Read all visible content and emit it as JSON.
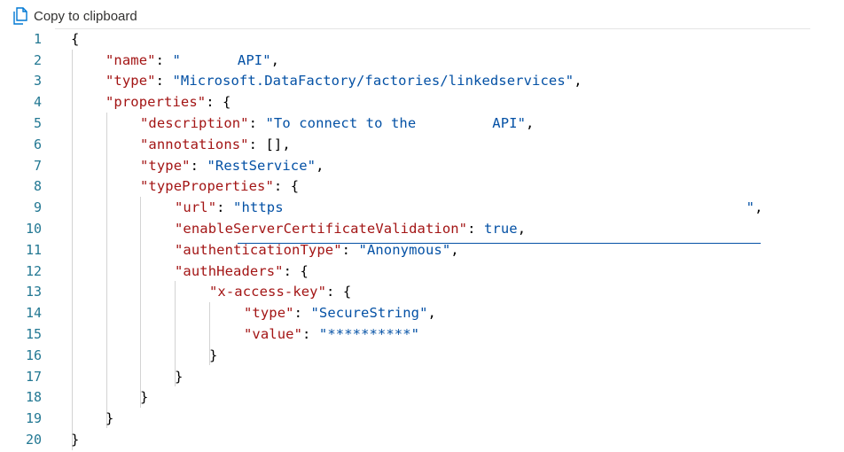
{
  "toolbar": {
    "copy_label": "Copy to clipboard",
    "icon": "copy-icon"
  },
  "editor": {
    "line_numbers": [
      "1",
      "2",
      "3",
      "4",
      "5",
      "6",
      "7",
      "8",
      "9",
      "10",
      "11",
      "12",
      "13",
      "14",
      "15",
      "16",
      "17",
      "18",
      "19",
      "20"
    ],
    "json": {
      "name_key": "\"name\"",
      "name_val_start": "\"",
      "name_val_end": "API\"",
      "type_key": "\"type\"",
      "type_val": "\"Microsoft.DataFactory/factories/linkedservices\"",
      "properties_key": "\"properties\"",
      "description_key": "\"description\"",
      "description_val_start": "\"To connect to the",
      "description_val_end": "API\"",
      "annotations_key": "\"annotations\"",
      "annotations_val": "[]",
      "rest_type_key": "\"type\"",
      "rest_type_val": "\"RestService\"",
      "typeProperties_key": "\"typeProperties\"",
      "url_key": "\"url\"",
      "url_val_start": "\"https",
      "url_val_end": "\"",
      "enable_key": "\"enableServerCertificateValidation\"",
      "enable_val": "true",
      "auth_type_key": "\"authenticationType\"",
      "auth_type_val": "\"Anonymous\"",
      "auth_headers_key": "\"authHeaders\"",
      "access_key_key": "\"x-access-key\"",
      "secure_type_key": "\"type\"",
      "secure_type_val": "\"SecureString\"",
      "value_key": "\"value\"",
      "value_val": "\"**********\""
    }
  }
}
